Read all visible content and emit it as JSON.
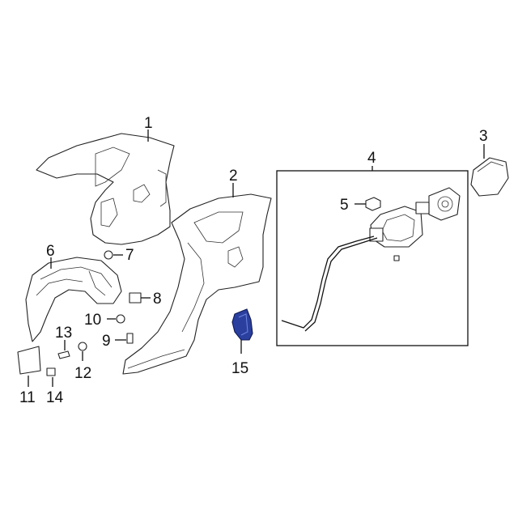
{
  "diagram": {
    "callouts": [
      {
        "id": "1",
        "label": "1"
      },
      {
        "id": "2",
        "label": "2"
      },
      {
        "id": "3",
        "label": "3"
      },
      {
        "id": "4",
        "label": "4"
      },
      {
        "id": "5",
        "label": "5"
      },
      {
        "id": "6",
        "label": "6"
      },
      {
        "id": "7",
        "label": "7"
      },
      {
        "id": "8",
        "label": "8"
      },
      {
        "id": "9",
        "label": "9"
      },
      {
        "id": "10",
        "label": "10"
      },
      {
        "id": "11",
        "label": "11"
      },
      {
        "id": "12",
        "label": "12"
      },
      {
        "id": "13",
        "label": "13"
      },
      {
        "id": "14",
        "label": "14"
      },
      {
        "id": "15",
        "label": "15"
      }
    ],
    "colors": {
      "highlight": "#2a3f9e",
      "line": "#111111",
      "background": "#ffffff"
    }
  }
}
